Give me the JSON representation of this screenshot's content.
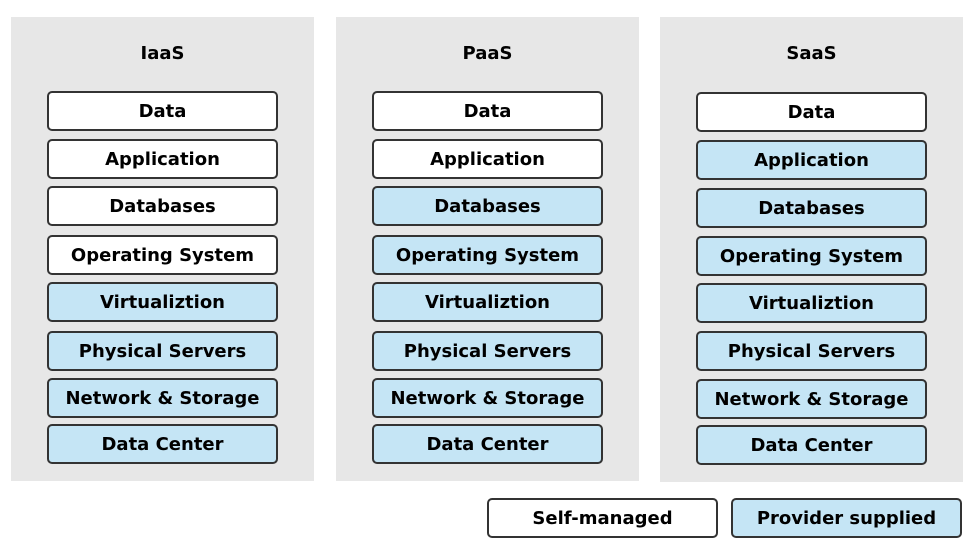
{
  "colors": {
    "panel_bg": "#e7e7e7",
    "self_managed_fill": "#ffffff",
    "provider_supplied_fill": "#c5e5f5",
    "border": "#333333"
  },
  "columns": [
    {
      "title": "IaaS",
      "layers": [
        {
          "label": "Data",
          "type": "self"
        },
        {
          "label": "Application",
          "type": "self"
        },
        {
          "label": "Databases",
          "type": "self"
        },
        {
          "label": "Operating System",
          "type": "self"
        },
        {
          "label": "Virtualiztion",
          "type": "provider"
        },
        {
          "label": "Physical Servers",
          "type": "provider"
        },
        {
          "label": "Network & Storage",
          "type": "provider"
        },
        {
          "label": "Data Center",
          "type": "provider"
        }
      ]
    },
    {
      "title": "PaaS",
      "layers": [
        {
          "label": "Data",
          "type": "self"
        },
        {
          "label": "Application",
          "type": "self"
        },
        {
          "label": "Databases",
          "type": "provider"
        },
        {
          "label": "Operating System",
          "type": "provider"
        },
        {
          "label": "Virtualiztion",
          "type": "provider"
        },
        {
          "label": "Physical Servers",
          "type": "provider"
        },
        {
          "label": "Network & Storage",
          "type": "provider"
        },
        {
          "label": "Data Center",
          "type": "provider"
        }
      ]
    },
    {
      "title": "SaaS",
      "layers": [
        {
          "label": "Data",
          "type": "self"
        },
        {
          "label": "Application",
          "type": "provider"
        },
        {
          "label": "Databases",
          "type": "provider"
        },
        {
          "label": "Operating System",
          "type": "provider"
        },
        {
          "label": "Virtualiztion",
          "type": "provider"
        },
        {
          "label": "Physical Servers",
          "type": "provider"
        },
        {
          "label": "Network & Storage",
          "type": "provider"
        },
        {
          "label": "Data Center",
          "type": "provider"
        }
      ]
    }
  ],
  "legend": {
    "self_managed": "Self-managed",
    "provider_supplied": "Provider supplied"
  }
}
